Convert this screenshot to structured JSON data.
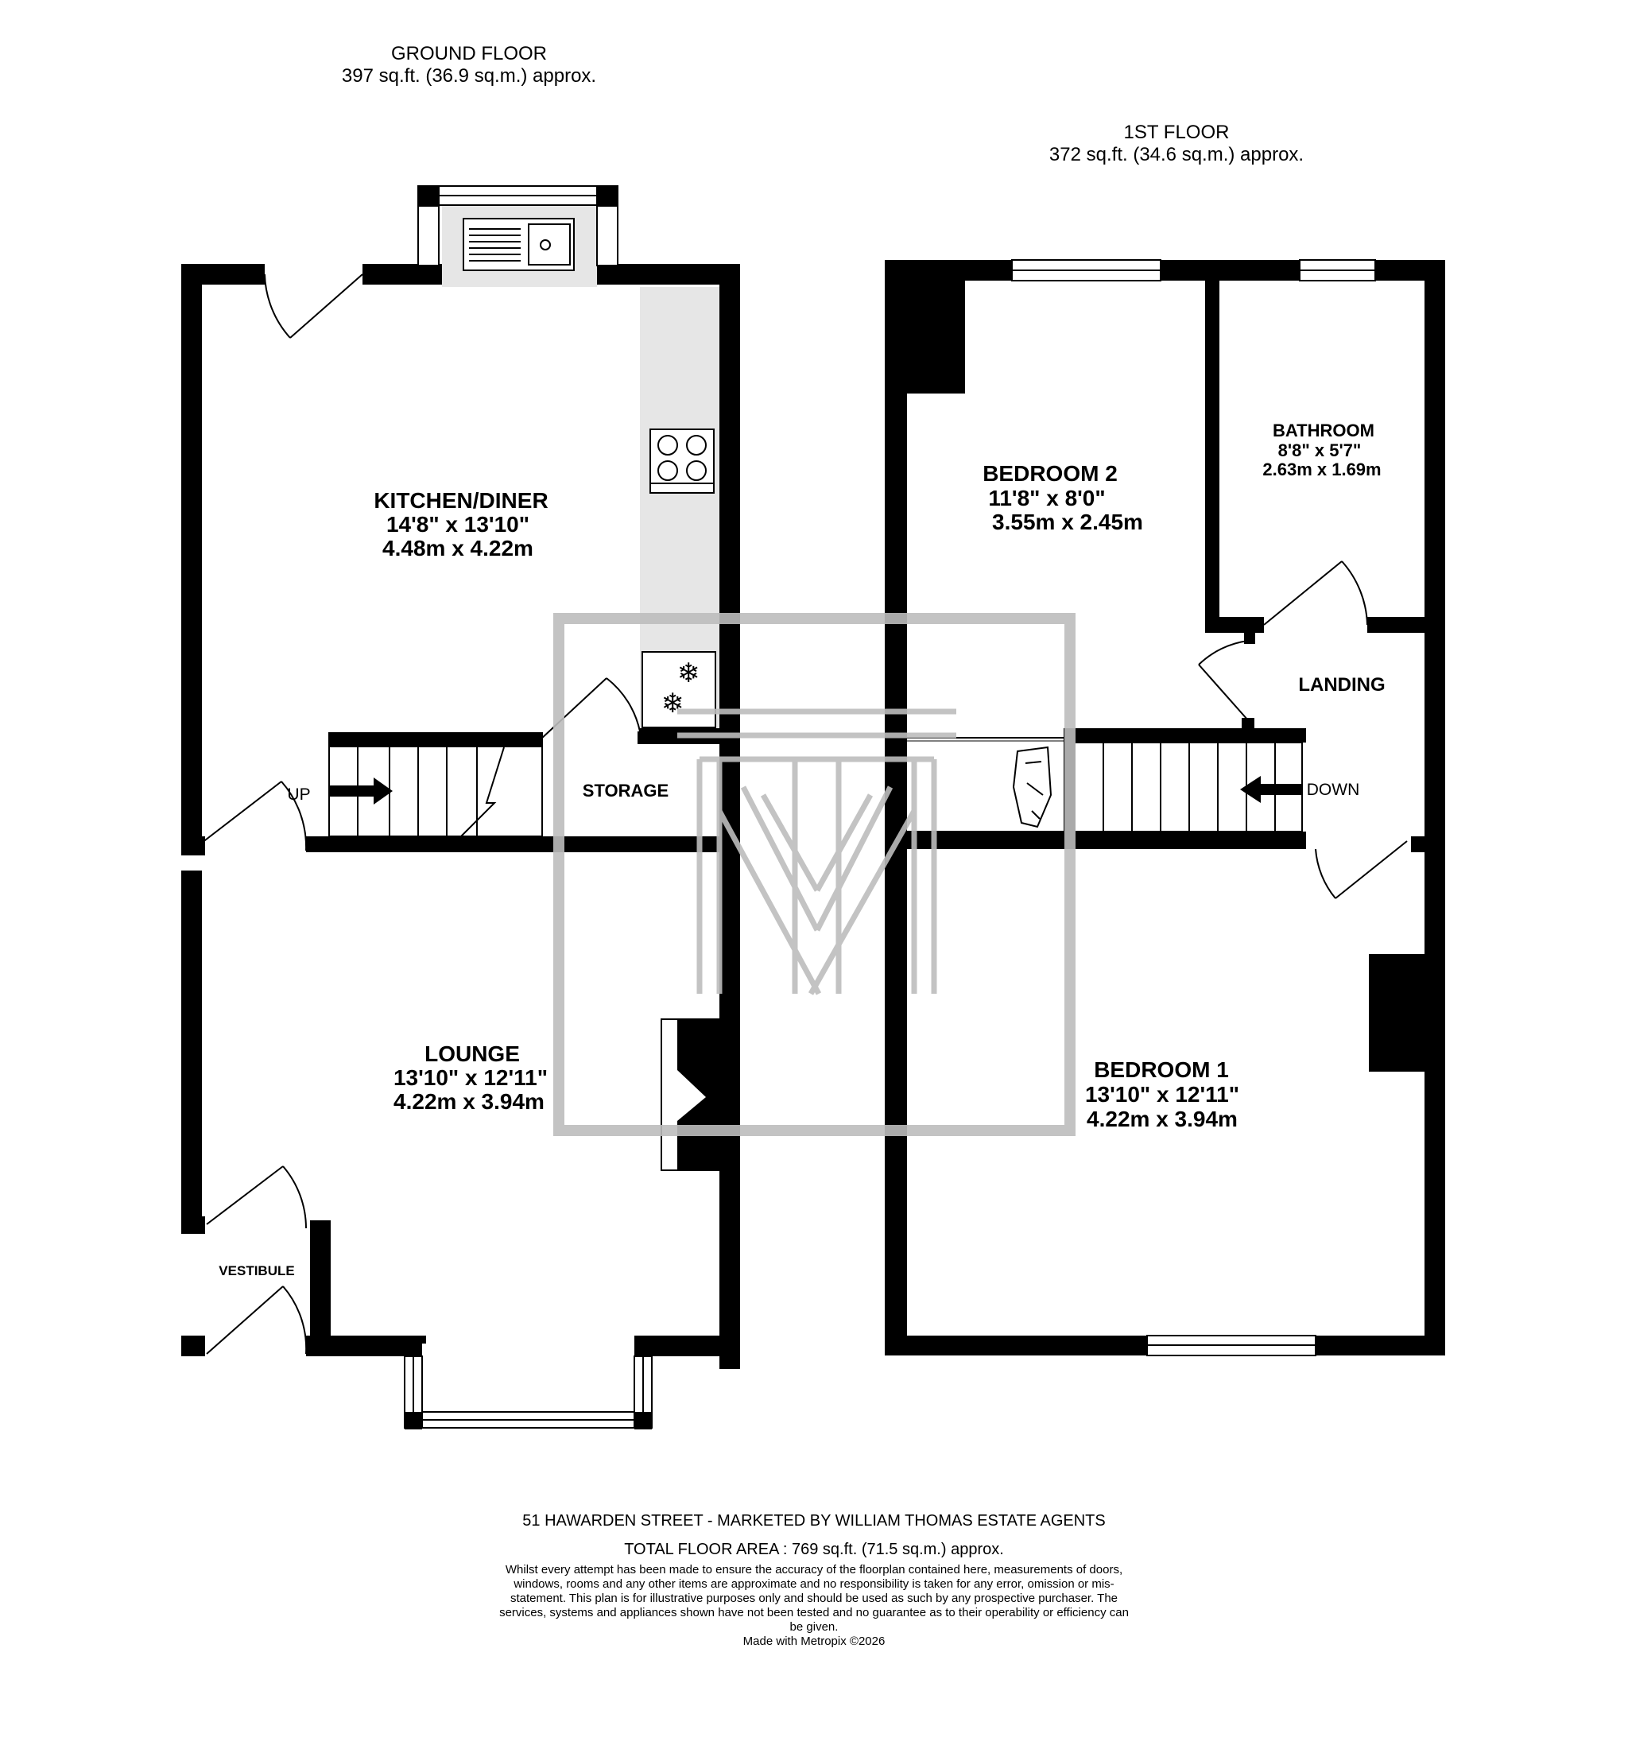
{
  "ground_floor": {
    "title": "GROUND FLOOR",
    "area": "397 sq.ft. (36.9 sq.m.) approx.",
    "rooms": {
      "kitchen": {
        "name": "KITCHEN/DINER",
        "imperial": "14'8\"  x 13'10\"",
        "metric": "4.48m  x 4.22m"
      },
      "lounge": {
        "name": "LOUNGE",
        "imperial": "13'10\"  x 12'11\"",
        "metric": "4.22m  x 3.94m"
      },
      "storage": {
        "name": "STORAGE"
      },
      "vestibule": {
        "name": "VESTIBULE"
      }
    },
    "stairs_label": "UP"
  },
  "first_floor": {
    "title": "1ST FLOOR",
    "area": "372 sq.ft. (34.6 sq.m.) approx.",
    "rooms": {
      "bedroom2": {
        "name": "BEDROOM 2",
        "imperial": "11'8\"  x 8'0\"",
        "metric": "3.55m  x 2.45m"
      },
      "bathroom": {
        "name": "BATHROOM",
        "imperial": "8'8\"  x 5'7\"",
        "metric": "2.63m  x 1.69m"
      },
      "landing": {
        "name": "LANDING"
      },
      "bedroom1": {
        "name": "BEDROOM 1",
        "imperial": "13'10\"  x 12'11\"",
        "metric": "4.22m  x 3.94m"
      }
    },
    "stairs_label": "DOWN"
  },
  "footer": {
    "address": "51 HAWARDEN STREET - MARKETED BY WILLIAM THOMAS ESTATE AGENTS",
    "total_area": "TOTAL FLOOR AREA : 769 sq.ft. (71.5 sq.m.) approx.",
    "disclaimer": "Whilst every attempt has been made to ensure the accuracy of the floorplan contained here, measurements of doors, windows, rooms and any other items are approximate and no responsibility is taken for any error, omission or mis-statement. This plan is for illustrative purposes only and should be used as such by any prospective purchaser. The services, systems and appliances shown have not been tested and no guarantee as to their operability or efficiency can be given.",
    "credit": "Made with Metropix ©2026"
  },
  "colors": {
    "wall": "#000000",
    "worktop": "#e6e6e6",
    "watermark": "#bdbdbd"
  }
}
